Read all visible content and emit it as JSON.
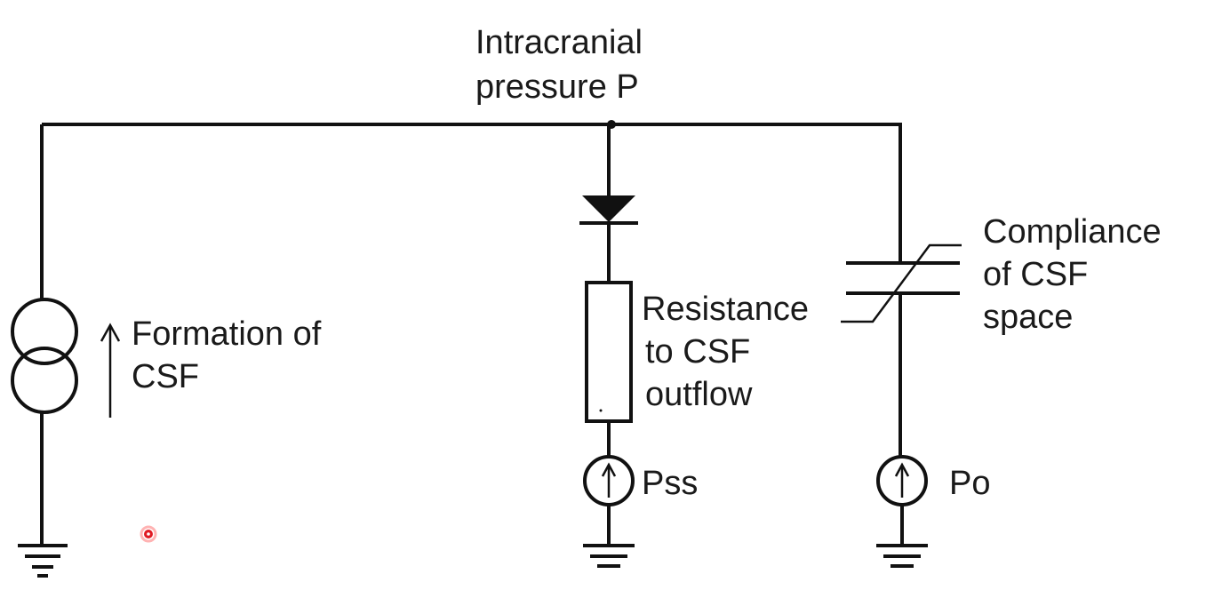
{
  "diagram": {
    "node_label": {
      "line1": "Intracranial",
      "line2": "pressure P"
    },
    "formation": {
      "line1": "Formation of",
      "line2": "CSF"
    },
    "resistance": {
      "line1": "Resistance",
      "line2": "to CSF",
      "line3": "outflow"
    },
    "compliance": {
      "line1": "Compliance",
      "line2": "of CSF",
      "line3": "space"
    },
    "source_middle": "Pss",
    "source_right": "Po"
  },
  "colors": {
    "wire": "#111111",
    "background": "#ffffff",
    "text": "#1a1a1a",
    "cursor": "#e01b24"
  }
}
